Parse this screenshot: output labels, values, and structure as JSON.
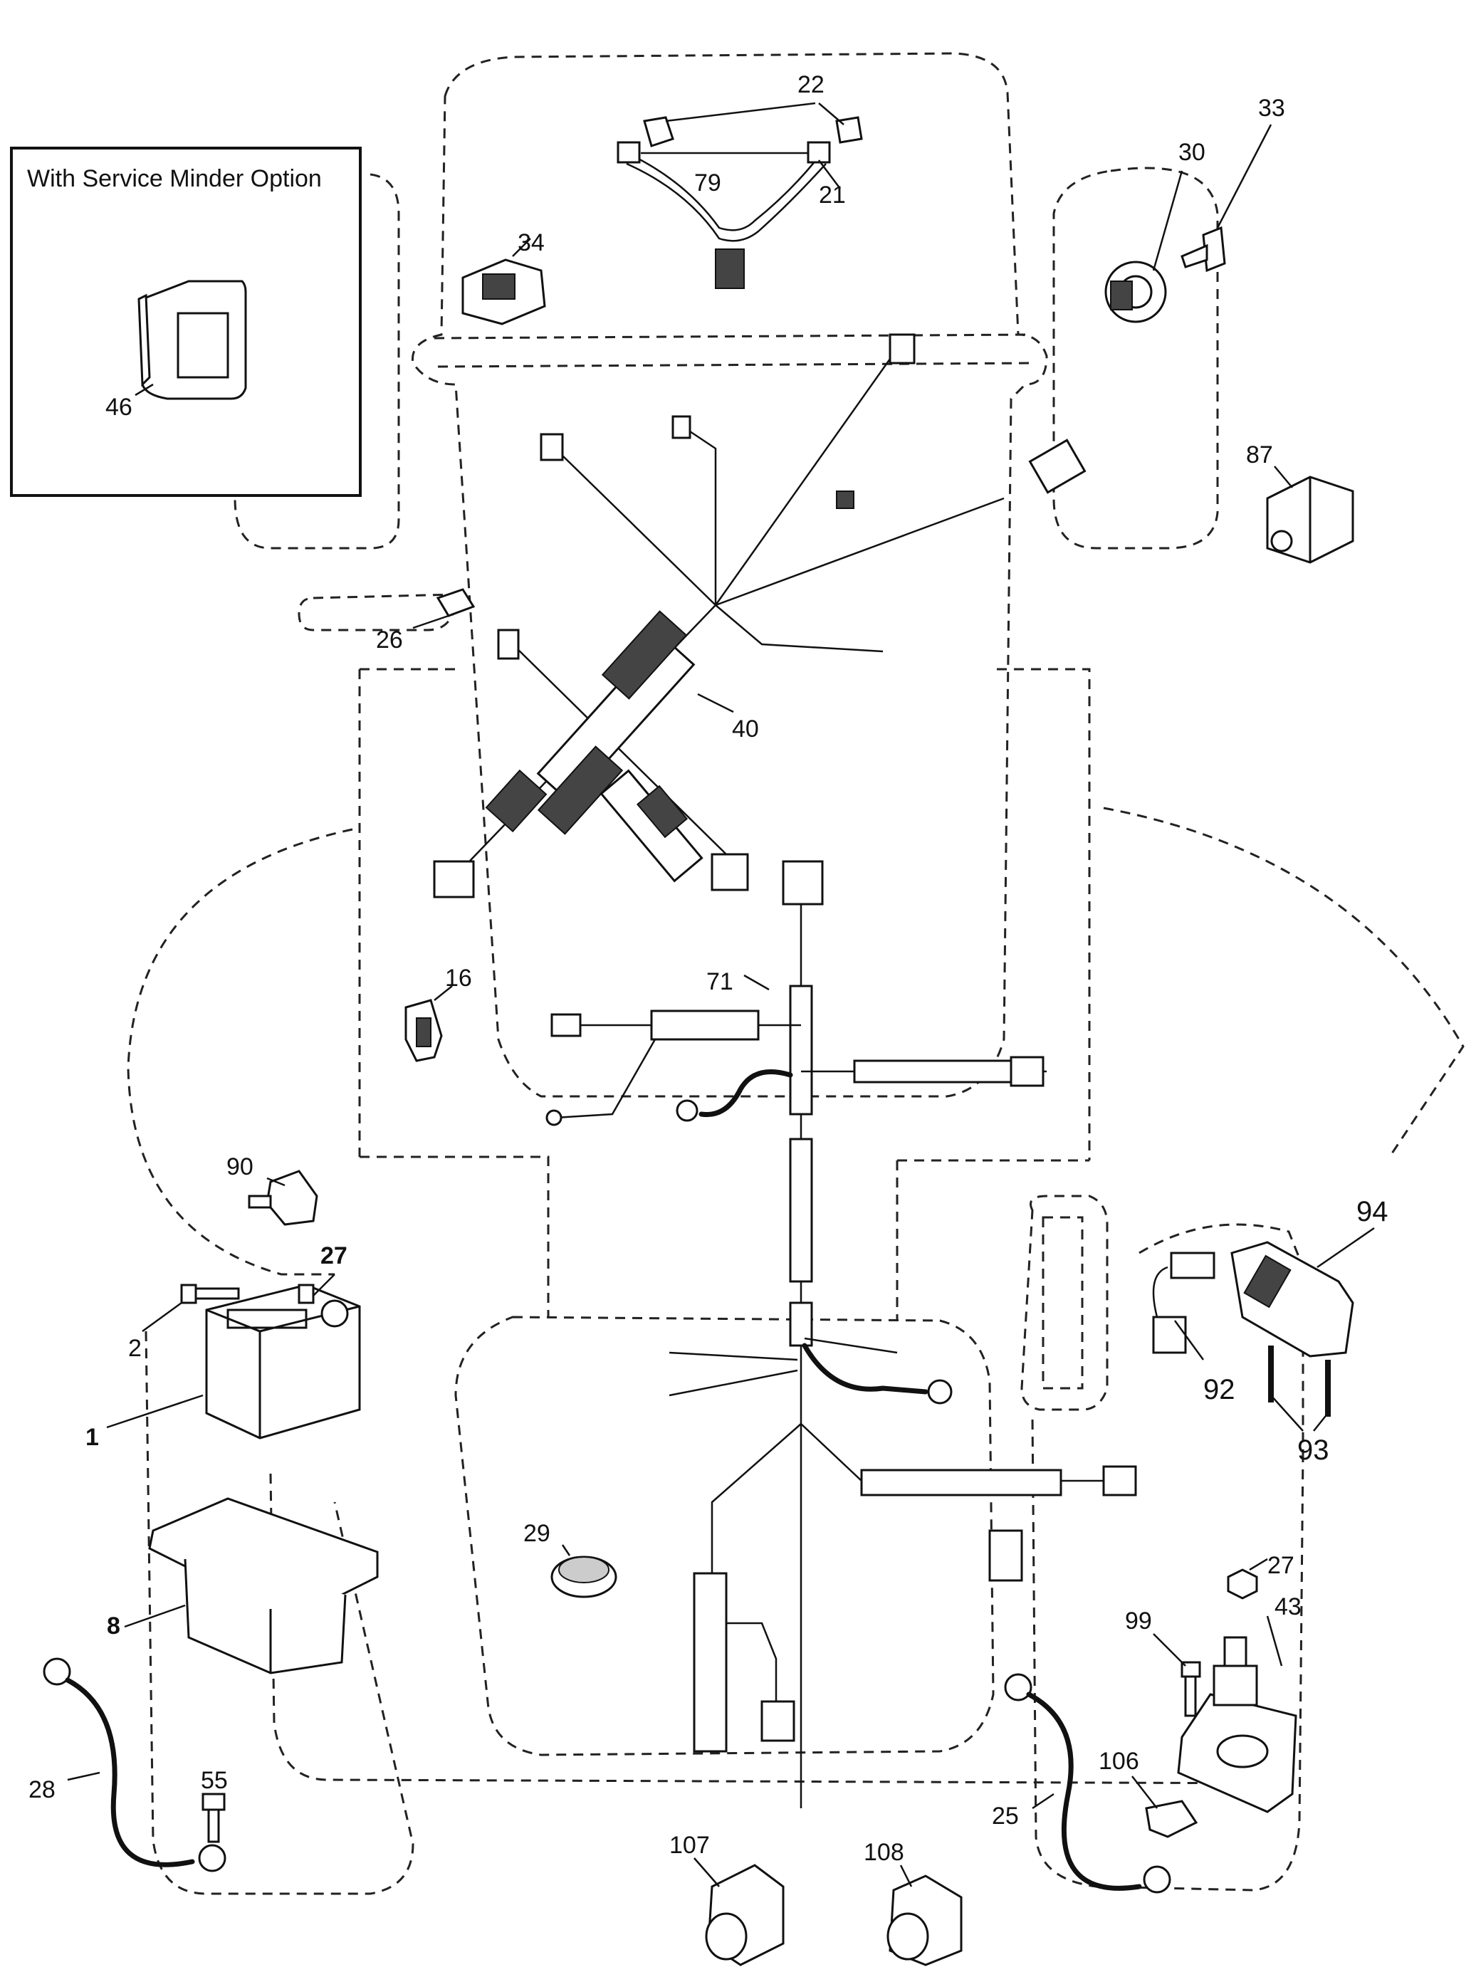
{
  "inset": {
    "title": "With Service Minder Option"
  },
  "callouts": [
    {
      "id": "22",
      "text": "22"
    },
    {
      "id": "79",
      "text": "79"
    },
    {
      "id": "21",
      "text": "21"
    },
    {
      "id": "34",
      "text": "34"
    },
    {
      "id": "30",
      "text": "30"
    },
    {
      "id": "33",
      "text": "33"
    },
    {
      "id": "87",
      "text": "87"
    },
    {
      "id": "46",
      "text": "46"
    },
    {
      "id": "26",
      "text": "26"
    },
    {
      "id": "40",
      "text": "40"
    },
    {
      "id": "71",
      "text": "71"
    },
    {
      "id": "16",
      "text": "16"
    },
    {
      "id": "90",
      "text": "90"
    },
    {
      "id": "27a",
      "text": "27"
    },
    {
      "id": "2",
      "text": "2"
    },
    {
      "id": "1",
      "text": "1"
    },
    {
      "id": "8",
      "text": "8"
    },
    {
      "id": "28",
      "text": "28"
    },
    {
      "id": "55",
      "text": "55"
    },
    {
      "id": "29",
      "text": "29"
    },
    {
      "id": "94",
      "text": "94"
    },
    {
      "id": "92",
      "text": "92"
    },
    {
      "id": "93",
      "text": "93"
    },
    {
      "id": "27b",
      "text": "27"
    },
    {
      "id": "43",
      "text": "43"
    },
    {
      "id": "99",
      "text": "99"
    },
    {
      "id": "106",
      "text": "106"
    },
    {
      "id": "25",
      "text": "25"
    },
    {
      "id": "107",
      "text": "107"
    },
    {
      "id": "108",
      "text": "108"
    }
  ]
}
